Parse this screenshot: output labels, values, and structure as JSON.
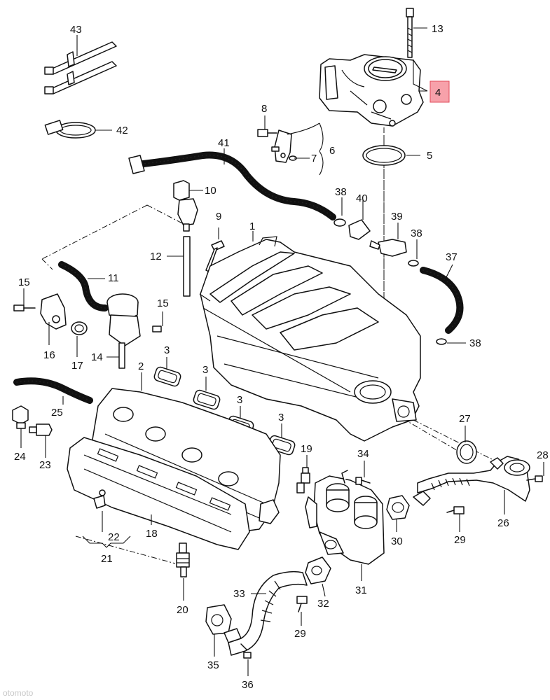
{
  "diagram": {
    "highlighted_callout": "4",
    "highlight_color": "#f7a1aa",
    "line_color": "#111111",
    "callouts": [
      {
        "id": "c13",
        "label": "13"
      },
      {
        "id": "c4",
        "label": "4"
      },
      {
        "id": "c5",
        "label": "5"
      },
      {
        "id": "c8",
        "label": "8"
      },
      {
        "id": "c7",
        "label": "7"
      },
      {
        "id": "c6",
        "label": "6"
      },
      {
        "id": "c43",
        "label": "43"
      },
      {
        "id": "c42",
        "label": "42"
      },
      {
        "id": "c41",
        "label": "41"
      },
      {
        "id": "c10",
        "label": "10"
      },
      {
        "id": "c38a",
        "label": "38"
      },
      {
        "id": "c40",
        "label": "40"
      },
      {
        "id": "c39",
        "label": "39"
      },
      {
        "id": "c38b",
        "label": "38"
      },
      {
        "id": "c9",
        "label": "9"
      },
      {
        "id": "c1",
        "label": "1"
      },
      {
        "id": "c12",
        "label": "12"
      },
      {
        "id": "c37",
        "label": "37"
      },
      {
        "id": "c11",
        "label": "11"
      },
      {
        "id": "c15a",
        "label": "15"
      },
      {
        "id": "c15b",
        "label": "15"
      },
      {
        "id": "c38c",
        "label": "38"
      },
      {
        "id": "c16",
        "label": "16"
      },
      {
        "id": "c17",
        "label": "17"
      },
      {
        "id": "c14",
        "label": "14"
      },
      {
        "id": "c3a",
        "label": "3"
      },
      {
        "id": "c2",
        "label": "2"
      },
      {
        "id": "c3b",
        "label": "3"
      },
      {
        "id": "c3c",
        "label": "3"
      },
      {
        "id": "c3d",
        "label": "3"
      },
      {
        "id": "c25",
        "label": "25"
      },
      {
        "id": "c27",
        "label": "27"
      },
      {
        "id": "c24",
        "label": "24"
      },
      {
        "id": "c23",
        "label": "23"
      },
      {
        "id": "c34",
        "label": "34"
      },
      {
        "id": "c19",
        "label": "19"
      },
      {
        "id": "c28",
        "label": "28"
      },
      {
        "id": "c26",
        "label": "26"
      },
      {
        "id": "c22",
        "label": "22"
      },
      {
        "id": "c18",
        "label": "18"
      },
      {
        "id": "c30",
        "label": "30"
      },
      {
        "id": "c29a",
        "label": "29"
      },
      {
        "id": "c21",
        "label": "21"
      },
      {
        "id": "c31",
        "label": "31"
      },
      {
        "id": "c33",
        "label": "33"
      },
      {
        "id": "c32",
        "label": "32"
      },
      {
        "id": "c20",
        "label": "20"
      },
      {
        "id": "c29b",
        "label": "29"
      },
      {
        "id": "c35",
        "label": "35"
      },
      {
        "id": "c36",
        "label": "36"
      }
    ],
    "watermark": "otomoto"
  }
}
